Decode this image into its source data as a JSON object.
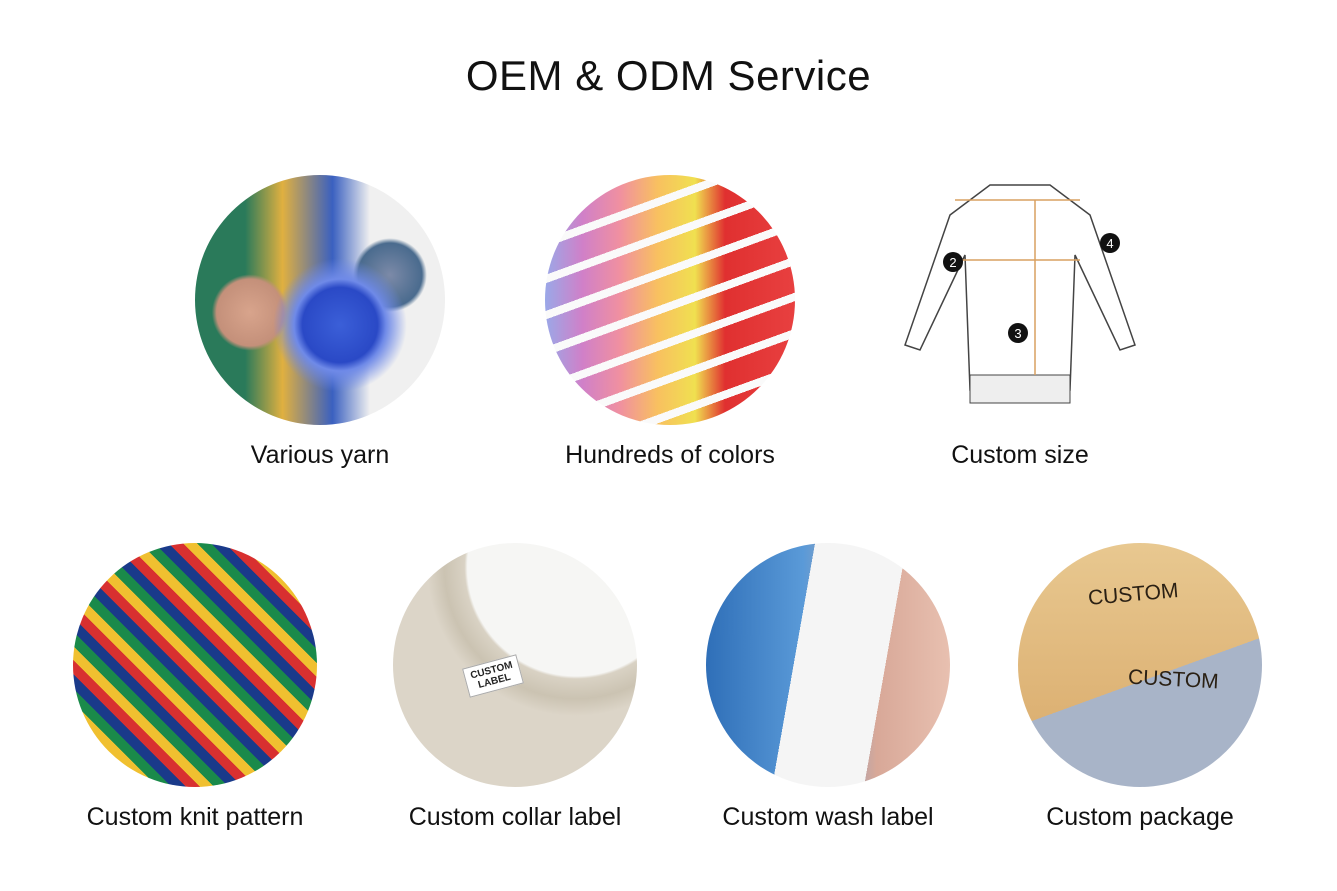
{
  "title": "OEM & ODM Service",
  "row1": [
    {
      "label": "Various yarn",
      "icon": "yarn-image"
    },
    {
      "label": "Hundreds of colors",
      "icon": "color-swatch-image"
    },
    {
      "label": "Custom size",
      "icon": "sweater-size-diagram"
    }
  ],
  "row2": [
    {
      "label": "Custom knit pattern",
      "icon": "knit-pattern-image"
    },
    {
      "label": "Custom collar label",
      "icon": "collar-label-image",
      "image_text": "CUSTOM LABEL"
    },
    {
      "label": "Custom wash label",
      "icon": "wash-label-image"
    },
    {
      "label": "Custom package",
      "icon": "package-image",
      "image_text": "CUSTOM"
    }
  ],
  "size_markers": [
    "2",
    "3",
    "4"
  ]
}
